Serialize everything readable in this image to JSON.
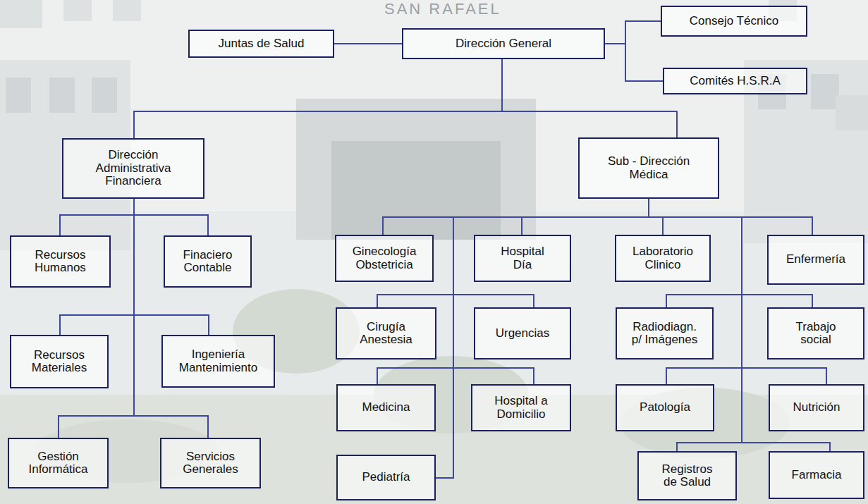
{
  "diagram": {
    "nodes": [
      {
        "text": [
          "Juntas de Salud"
        ]
      },
      {
        "text": [
          "Dirección General"
        ]
      },
      {
        "text": [
          "Consejo Técnico"
        ]
      },
      {
        "text": [
          "Comités H.S.R.A"
        ]
      },
      {
        "text": [
          "Dirección Administrativa Financiera"
        ]
      },
      {
        "text": [
          "Sub - Dirección Médica"
        ]
      },
      {
        "text": [
          "Recursos Humanos"
        ]
      },
      {
        "text": [
          "Finaciero Contable"
        ]
      },
      {
        "text": [
          "Recursos Materiales"
        ]
      },
      {
        "text": [
          "Ingeniería Mantenimiento"
        ]
      },
      {
        "text": [
          "Gestión Informática"
        ]
      },
      {
        "text": [
          "Servicios Generales"
        ]
      },
      {
        "text": [
          "Ginecología Obstetricia"
        ]
      },
      {
        "text": [
          "Hospital Día"
        ]
      },
      {
        "text": [
          "Laboratorio Clinico"
        ]
      },
      {
        "text": [
          "Enfermería"
        ]
      },
      {
        "text": [
          "Cirugía Anestesia"
        ]
      },
      {
        "text": [
          "Urgencias"
        ]
      },
      {
        "text": [
          "Radiodiagn. p/ Imágenes"
        ]
      },
      {
        "text": [
          "Trabajo social"
        ]
      },
      {
        "text": [
          "Medicina"
        ]
      },
      {
        "text": [
          "Hospital a Domicilio"
        ]
      },
      {
        "text": [
          "Patología"
        ]
      },
      {
        "text": [
          "Nutrición"
        ]
      },
      {
        "text": [
          "Pediatría"
        ]
      },
      {
        "text": [
          "Registros de Salud"
        ]
      },
      {
        "text": [
          "Farmacia"
        ]
      }
    ],
    "edges": [
      {
        "from": 0,
        "to": 1,
        "arrow": "none"
      },
      {
        "from": 1,
        "to": 2,
        "arrow": "none"
      },
      {
        "from": 1,
        "to": 3,
        "arrow": "none"
      },
      {
        "from": 1,
        "to": 4,
        "arrow": "none"
      },
      {
        "from": 1,
        "to": 5,
        "arrow": "none"
      },
      {
        "from": 4,
        "to": 6,
        "arrow": "none"
      },
      {
        "from": 4,
        "to": 7,
        "arrow": "none"
      },
      {
        "from": 4,
        "to": 8,
        "arrow": "none"
      },
      {
        "from": 4,
        "to": 9,
        "arrow": "none"
      },
      {
        "from": 4,
        "to": 10,
        "arrow": "none"
      },
      {
        "from": 4,
        "to": 11,
        "arrow": "none"
      },
      {
        "from": 5,
        "to": 12,
        "arrow": "none"
      },
      {
        "from": 5,
        "to": 13,
        "arrow": "none"
      },
      {
        "from": 5,
        "to": 14,
        "arrow": "none"
      },
      {
        "from": 5,
        "to": 15,
        "arrow": "none"
      },
      {
        "from": 5,
        "to": 16,
        "arrow": "none"
      },
      {
        "from": 5,
        "to": 17,
        "arrow": "none"
      },
      {
        "from": 5,
        "to": 18,
        "arrow": "none"
      },
      {
        "from": 5,
        "to": 19,
        "arrow": "none"
      },
      {
        "from": 5,
        "to": 20,
        "arrow": "none"
      },
      {
        "from": 5,
        "to": 21,
        "arrow": "none"
      },
      {
        "from": 5,
        "to": 22,
        "arrow": "none"
      },
      {
        "from": 5,
        "to": 23,
        "arrow": "none"
      },
      {
        "from": 5,
        "to": 24,
        "arrow": "none"
      },
      {
        "from": 5,
        "to": 25,
        "arrow": "none"
      },
      {
        "from": 5,
        "to": 26,
        "arrow": "none"
      }
    ],
    "labels": [
      "SAN RAFAEL"
    ]
  }
}
